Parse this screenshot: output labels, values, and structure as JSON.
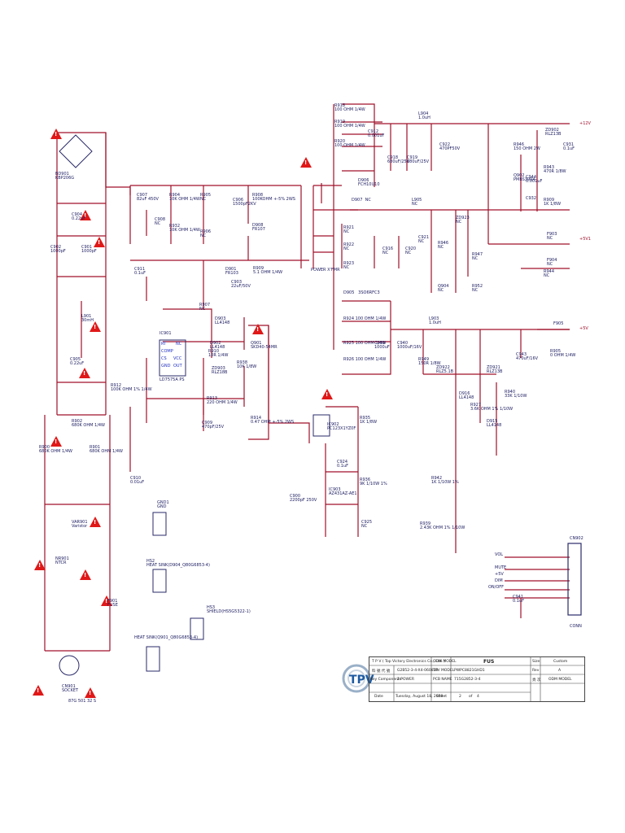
{
  "components": [
    {
      "id": "bd901",
      "text": "BD901\nKBP206G"
    },
    {
      "id": "c901",
      "text": "C901\n1000pF"
    },
    {
      "id": "c902",
      "text": "C902\n1000pF"
    },
    {
      "id": "c904",
      "text": "C904\n0.22uF"
    },
    {
      "id": "c907",
      "text": "C907\n82uF 450V"
    },
    {
      "id": "c908",
      "text": "C908\nNC"
    },
    {
      "id": "c911",
      "text": "C911\n0.1uF"
    },
    {
      "id": "r904",
      "text": "R904\n10K OHM 1/4W"
    },
    {
      "id": "r905",
      "text": "R905\nNC"
    },
    {
      "id": "r906",
      "text": "R906\nNC"
    },
    {
      "id": "r932",
      "text": "R932\n10K OHM 1/4W"
    },
    {
      "id": "c906",
      "text": "C906\n1500pF2KV"
    },
    {
      "id": "r908",
      "text": "R908\n100KOHM +-5% 2WS"
    },
    {
      "id": "d908",
      "text": "D908\nFR107"
    },
    {
      "id": "d901",
      "text": "D901\nFR103"
    },
    {
      "id": "c903",
      "text": "C903\n22uF/50V"
    },
    {
      "id": "r909",
      "text": "R909\n5.1 OHM 1/4W"
    },
    {
      "id": "t901",
      "text": "POWER X'FMR"
    },
    {
      "id": "l901",
      "text": "L901\n30mH"
    },
    {
      "id": "c905",
      "text": "C905\n0.22uF"
    },
    {
      "id": "r902",
      "text": "R902\n680K OHM 1/4W"
    },
    {
      "id": "r900",
      "text": "R900\n680K OHM 1/4W"
    },
    {
      "id": "r901",
      "text": "R901\n680K OHM 1/4W"
    },
    {
      "id": "r907",
      "text": "R907\nNC"
    },
    {
      "id": "d903",
      "text": "D903\nLL4148"
    },
    {
      "id": "ic901",
      "text": "IC901"
    },
    {
      "id": "ic901_part",
      "text": "LD7575A PS"
    },
    {
      "id": "r912",
      "text": "R912\n100K OHM 1% 1/4W"
    },
    {
      "id": "d902",
      "text": "D902\nLL4148"
    },
    {
      "id": "r910",
      "text": "R910\n10R 1/4W"
    },
    {
      "id": "zd903",
      "text": "ZD903\nRLZ18B"
    },
    {
      "id": "q901",
      "text": "Q901\nSKD40-54MR"
    },
    {
      "id": "r938",
      "text": "R938\n10K 1/8W"
    },
    {
      "id": "r913",
      "text": "R913\n220 OHM 1/4W"
    },
    {
      "id": "c909",
      "text": "C909\n470pF/25V"
    },
    {
      "id": "r914",
      "text": "R914\n0.47 OHM +-5% 2WS"
    },
    {
      "id": "c910",
      "text": "C910\n0.01uF"
    },
    {
      "id": "var901",
      "text": "VAR901\nVaristor"
    },
    {
      "id": "nr901",
      "text": "NR901\nNTCR"
    },
    {
      "id": "f901",
      "text": "F901\nFUSE"
    },
    {
      "id": "cn901",
      "text": "CN901\nSOCKET"
    },
    {
      "id": "cn901_part",
      "text": "87G 501 32 S"
    },
    {
      "id": "gnd1",
      "text": "GND1\nGND"
    },
    {
      "id": "hs2",
      "text": "HS2\nHEAT SINK(D904_Q80G6853-4)"
    },
    {
      "id": "hs3",
      "text": "HS3\nSHIELD(HS5G5322-1)"
    },
    {
      "id": "hs1",
      "text": "HEAT SINK(Q901_Q80G6853-4)"
    },
    {
      "id": "r918",
      "text": "R918\n100 OHM 1/4W"
    },
    {
      "id": "r919",
      "text": "R919\n100 OHM 1/4W"
    },
    {
      "id": "r920",
      "text": "R920\n100 OHM 1/4W"
    },
    {
      "id": "c912",
      "text": "C912\n0.001uF"
    },
    {
      "id": "l904",
      "text": "L904\n1.0uH"
    },
    {
      "id": "c918",
      "text": "C918\n680uF/25V"
    },
    {
      "id": "c919",
      "text": "C919\n680uF/25V"
    },
    {
      "id": "c922",
      "text": "C922\n470PF50V"
    },
    {
      "id": "d906",
      "text": "D906\nFCH10U10"
    },
    {
      "id": "d907",
      "text": "D907  NC"
    },
    {
      "id": "l905",
      "text": "L905\nNC"
    },
    {
      "id": "r921",
      "text": "R921\nNC"
    },
    {
      "id": "r922",
      "text": "R922\nNC"
    },
    {
      "id": "r923",
      "text": "R923\nNC"
    },
    {
      "id": "c916",
      "text": "C916\nNC"
    },
    {
      "id": "c920",
      "text": "C920\nNC"
    },
    {
      "id": "c921",
      "text": "C921\nNC"
    },
    {
      "id": "r946",
      "text": "R946\nNC"
    },
    {
      "id": "zd923",
      "text": "ZD923\nNC"
    },
    {
      "id": "r947",
      "text": "R947\nNC"
    },
    {
      "id": "q904",
      "text": "Q904\nNC"
    },
    {
      "id": "r952",
      "text": "R952\nNC"
    },
    {
      "id": "d905",
      "text": "D905   3SO6RFC3"
    },
    {
      "id": "r924",
      "text": "R924 100 OHM 1/4W"
    },
    {
      "id": "r925",
      "text": "R925 100 OHM 1/4W"
    },
    {
      "id": "r926",
      "text": "R926 100 OHM 1/4W"
    },
    {
      "id": "c939",
      "text": "C939\n1000uF"
    },
    {
      "id": "c940",
      "text": "C940\n1000uF/16V"
    },
    {
      "id": "l903",
      "text": "L903\n1.0uH"
    },
    {
      "id": "r949",
      "text": "R949\n150R 1/8W"
    },
    {
      "id": "zd922",
      "text": "ZD922\nRLZ5.1B"
    },
    {
      "id": "zd921",
      "text": "ZD921\nRLZ13B"
    },
    {
      "id": "d916",
      "text": "D916\nLL4148"
    },
    {
      "id": "d915",
      "text": "D915\nLL4148"
    },
    {
      "id": "r927",
      "text": "R927\n3.6K OHM 1% 1/10W"
    },
    {
      "id": "r940",
      "text": "R940\n33K 1/10W"
    },
    {
      "id": "ic902",
      "text": "IC902\nPC123X1YZ0F"
    },
    {
      "id": "r935",
      "text": "R935\n1K 1/8W"
    },
    {
      "id": "c924",
      "text": "C924\n0.1uF"
    },
    {
      "id": "r936",
      "text": "R936\n9K 1/10W 1%"
    },
    {
      "id": "ic903",
      "text": "IC903\nAZ431AZ-AE1"
    },
    {
      "id": "c900",
      "text": "C900\n2200pF 250V"
    },
    {
      "id": "c925",
      "text": "C925\nNC"
    },
    {
      "id": "r942",
      "text": "R942\n1K 1/10W 1%"
    },
    {
      "id": "r939",
      "text": "R939\n2.43K OHM 1% 1/10W"
    },
    {
      "id": "zd902",
      "text": "ZD902\nRLZ13B"
    },
    {
      "id": "r946b",
      "text": "R946\n150 OHM 2W"
    },
    {
      "id": "c944",
      "text": "C944\n0.001uF"
    },
    {
      "id": "c931",
      "text": "C931\n0.1uF"
    },
    {
      "id": "q902",
      "text": "Q902\nPMBS3904"
    },
    {
      "id": "r943",
      "text": "R943\n470R 1/8W"
    },
    {
      "id": "r909b",
      "text": "R909\n1K 1/8W"
    },
    {
      "id": "c932",
      "text": "C932"
    },
    {
      "id": "f903",
      "text": "F903\nNC"
    },
    {
      "id": "r944",
      "text": "R944\nNC"
    },
    {
      "id": "f904",
      "text": "F904\nNC"
    },
    {
      "id": "f905",
      "text": "F905"
    },
    {
      "id": "c943",
      "text": "C943\n470uF/16V"
    },
    {
      "id": "r905b",
      "text": "R905\n0 OHM 1/4W"
    },
    {
      "id": "cn902",
      "text": "CN902"
    },
    {
      "id": "conn",
      "text": "CONN"
    },
    {
      "id": "c941",
      "text": "C941\n0.1uF"
    }
  ],
  "rails": [
    {
      "id": "v12",
      "text": "+12V"
    },
    {
      "id": "v5v1",
      "text": "+5V1"
    },
    {
      "id": "v5v",
      "text": "+5V"
    }
  ],
  "connector_pins": [
    "VOL",
    "MUTE",
    "+5V",
    "DIM",
    "ON/OFF"
  ],
  "ic901_pins": [
    "RT",
    "NC",
    "COMP",
    "CS",
    "GND",
    "VCC",
    "OUT"
  ],
  "title_block": {
    "company": "T P V  ( Top  Victory  Electronics  Co.,  Ltd. )",
    "logo": "TPV",
    "row1_label": "料 號 代 號",
    "row1_value": "G2B52-3-4-X4-060810",
    "row2_label": "Key Components",
    "row2_value": "2.POWER",
    "row3_label": "Date",
    "row3_value": "Tuesday, August 18, 2009",
    "odm_model_label": "ODM MODEL",
    "odm_model_value": "FUS",
    "tpv_model_label": "TPV MODEL",
    "tpv_model_value": "PWPC8821GHD1",
    "pcb_name_label": "PCB NAME",
    "pcb_name_value": "715G2852-3-4",
    "sheet_label": "Sheet",
    "sheet_value": "2",
    "of_label": "of",
    "of_value": "4",
    "size_label": "Size",
    "size_value": "Custom",
    "rev_label": "Rev",
    "rev_value": "A",
    "odm_label2": "ODM MODEL",
    "sig_label": "頁 次"
  },
  "colors": {
    "wire": "#a0102a",
    "text": "#1a1a60",
    "warning": "#e01818",
    "pin": "#2030c0"
  }
}
